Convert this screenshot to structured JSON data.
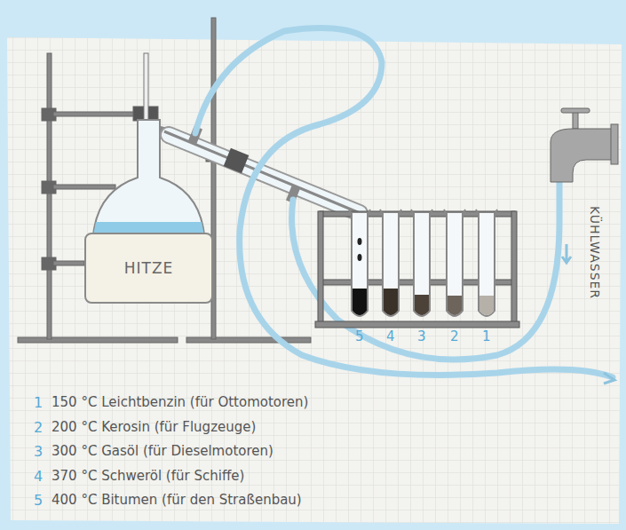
{
  "diagram": {
    "nodes": [
      {
        "text": [
          "HITZE"
        ]
      }
    ],
    "labels": [
      "KÜHLWASSER",
      "5",
      "4",
      "3",
      "2",
      "1",
      "1",
      "150 °C Leichtbenzin (für Ottomotoren)",
      "2",
      "200 °C Kerosin (für Flugzeuge)",
      "3",
      "300 °C Gasöl (für Dieselmotoren)",
      "4",
      "370 °C Schweröl (für Schiffe)",
      "5",
      "400 °C Bitumen (für den Straßenbau)"
    ]
  }
}
